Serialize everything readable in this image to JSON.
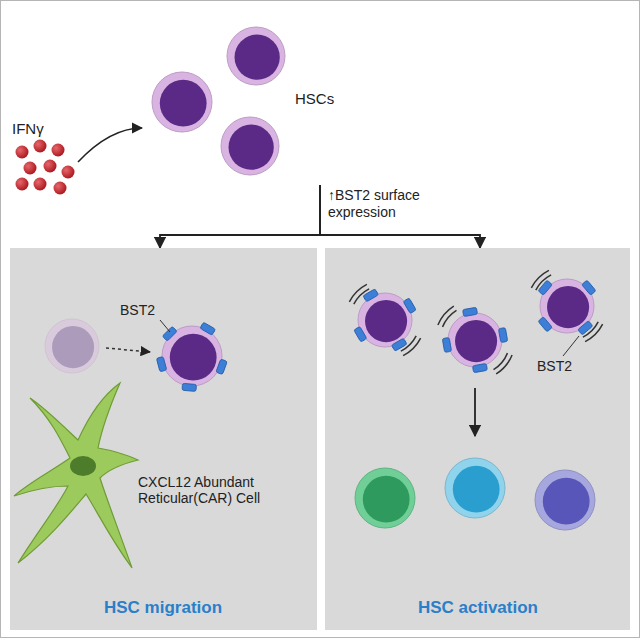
{
  "diagram": {
    "nodes": [
      {
        "text": [
          "HSCs"
        ]
      },
      {
        "text": [
          "HSC migration"
        ]
      },
      {
        "text": [
          "HSC activation"
        ]
      },
      {
        "text": [
          "CXCL12 Abundant Reticular(CAR) Cell"
        ],
        "in": 1
      }
    ],
    "edges": [
      {
        "from": 0,
        "to": 1,
        "arrow": "to",
        "label": "↑BST2 surface expression"
      },
      {
        "from": 0,
        "to": 2,
        "arrow": "to"
      }
    ],
    "labels": [
      "IFNγ",
      "BST2",
      "BST2"
    ]
  }
}
